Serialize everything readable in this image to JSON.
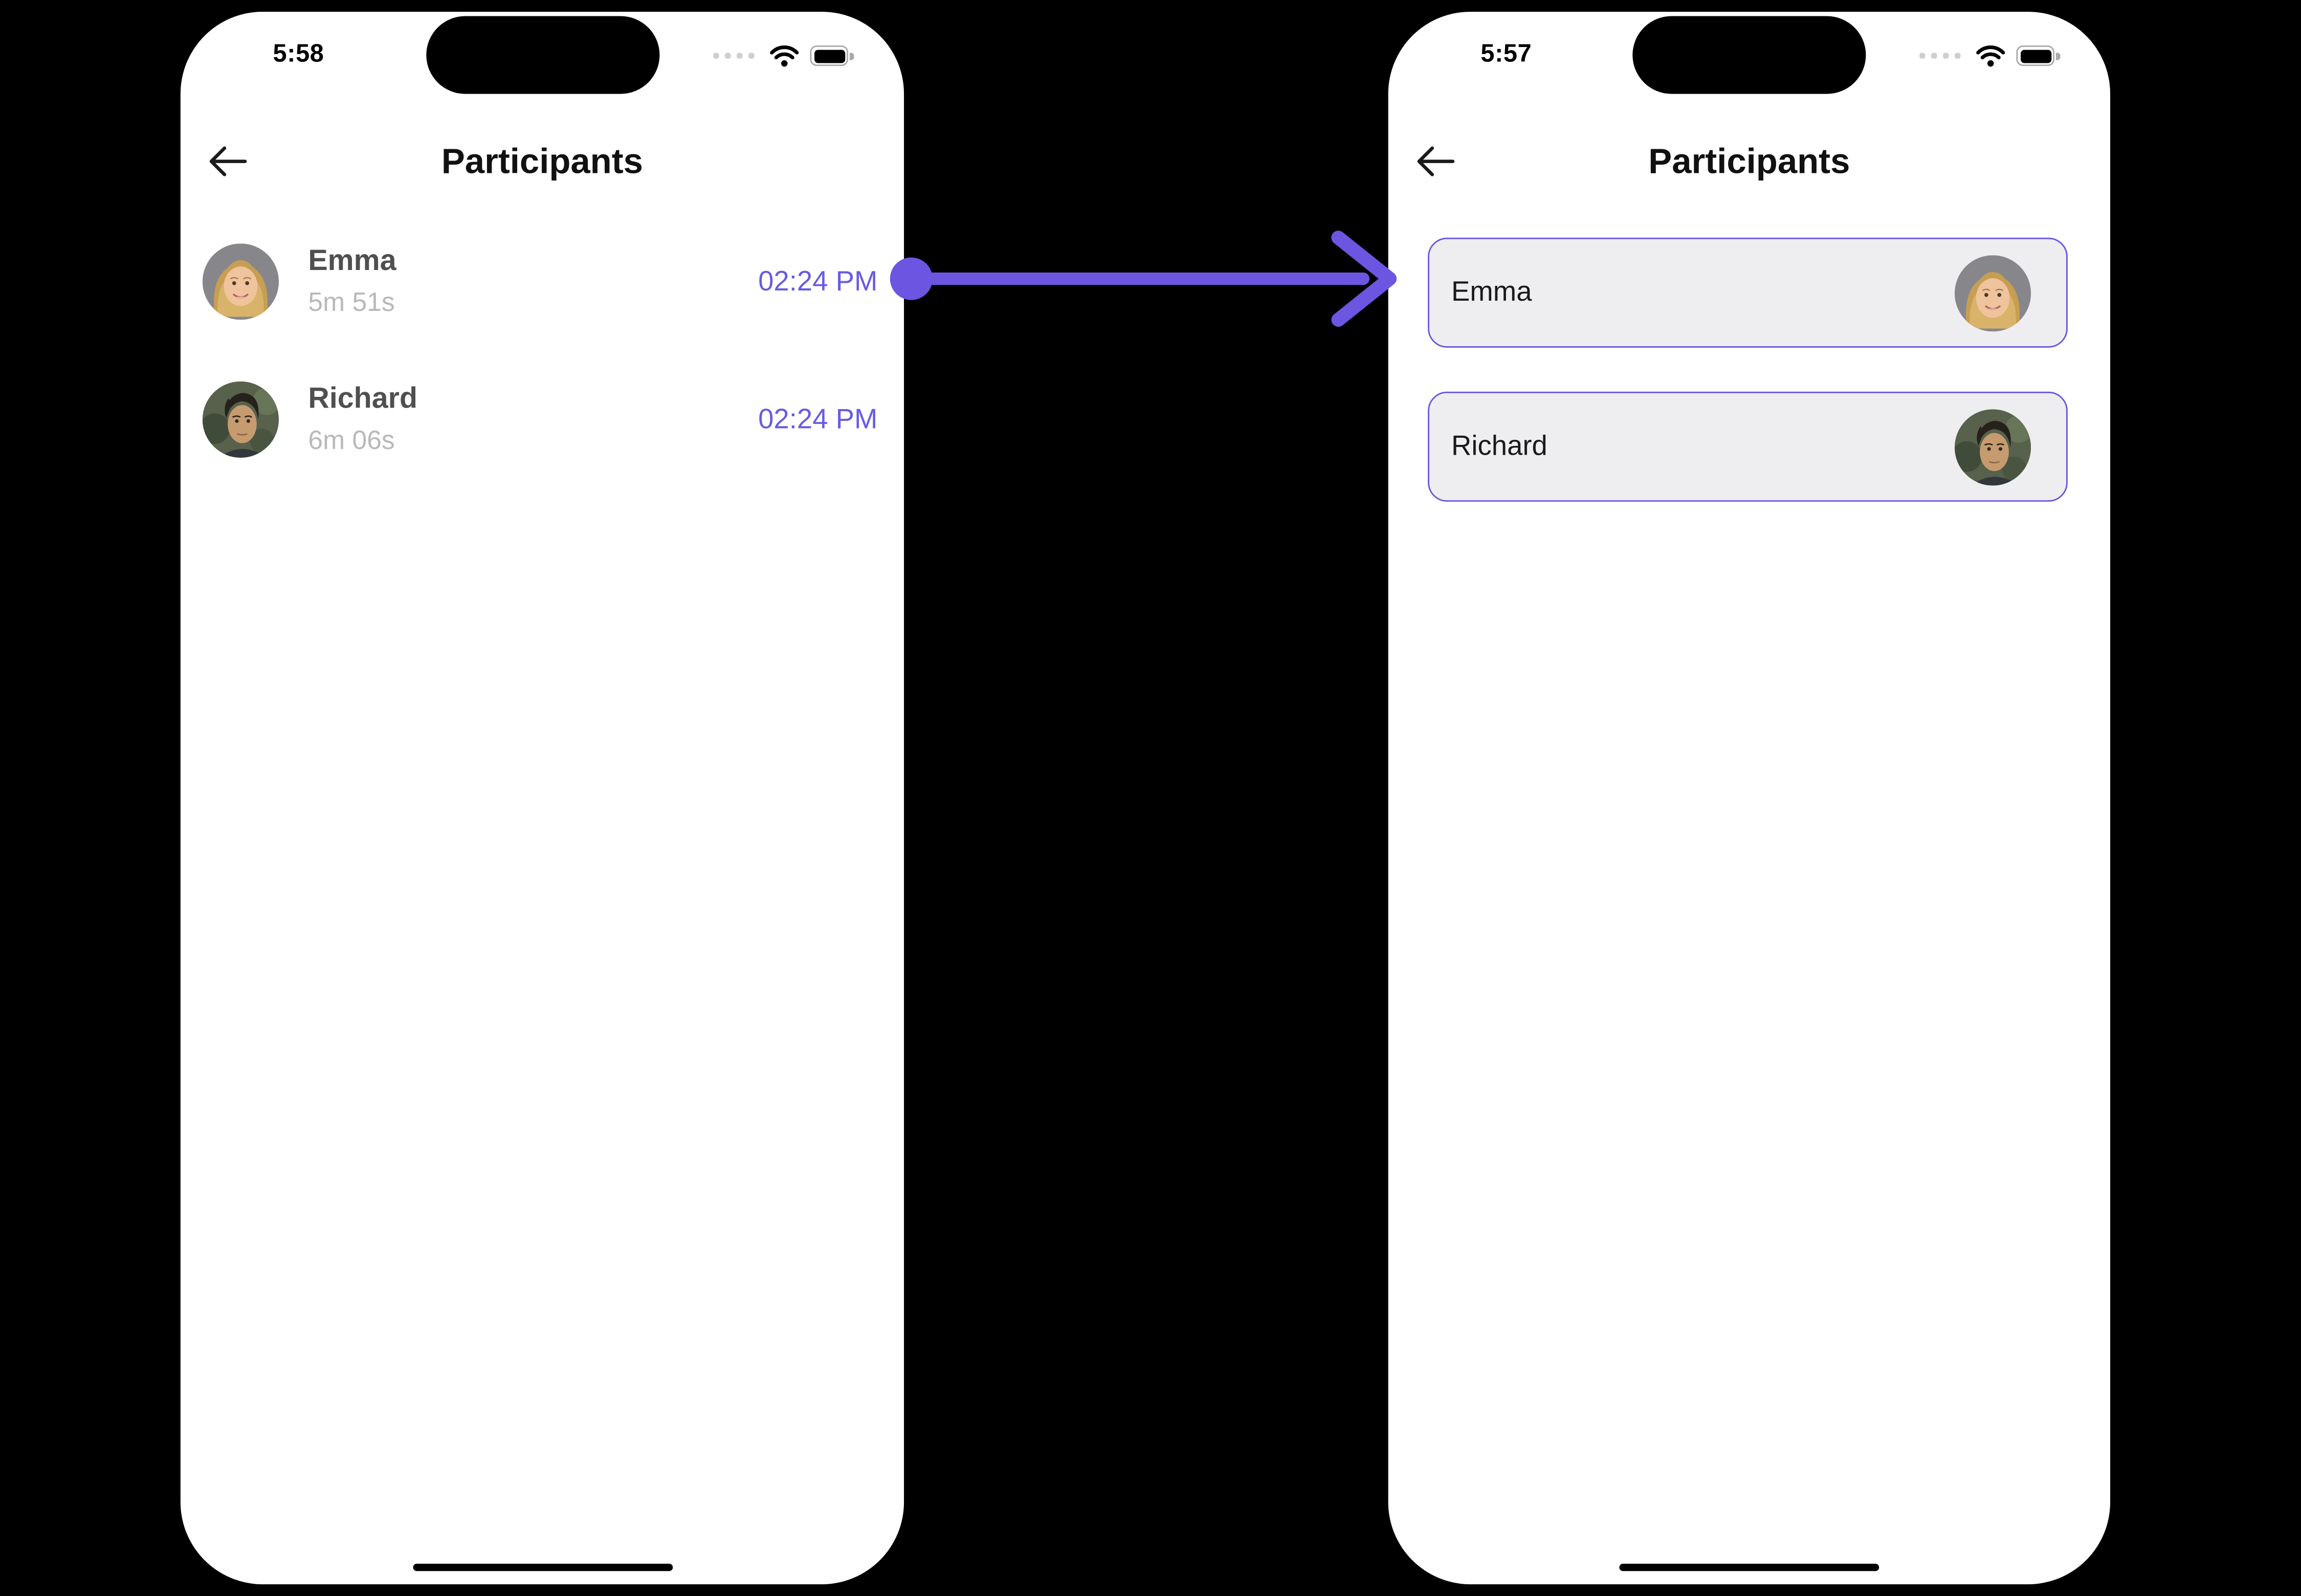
{
  "colors": {
    "accent": "#6C55E0",
    "time_text": "#675CE0",
    "card_bg": "#EEEEF0",
    "card_border": "#6C55E0",
    "name_text": "#4F4F4F",
    "duration_text": "#B9B9B9",
    "title_text": "#111111"
  },
  "screens": [
    {
      "status": {
        "time": "5:58"
      },
      "title": "Participants",
      "participants": [
        {
          "name": "Emma",
          "duration": "5m 51s",
          "time": "02:24 PM",
          "avatar": "emma-avatar"
        },
        {
          "name": "Richard",
          "duration": "6m 06s",
          "time": "02:24 PM",
          "avatar": "richard-avatar"
        }
      ]
    },
    {
      "status": {
        "time": "5:57"
      },
      "title": "Participants",
      "participants": [
        {
          "name": "Emma",
          "avatar": "emma-avatar"
        },
        {
          "name": "Richard",
          "avatar": "richard-avatar"
        }
      ]
    }
  ],
  "icons": {
    "back": "back-arrow-icon",
    "wifi": "wifi-icon",
    "battery": "battery-icon",
    "cellular": "cellular-dots-icon",
    "flow": "flow-arrow-right"
  }
}
